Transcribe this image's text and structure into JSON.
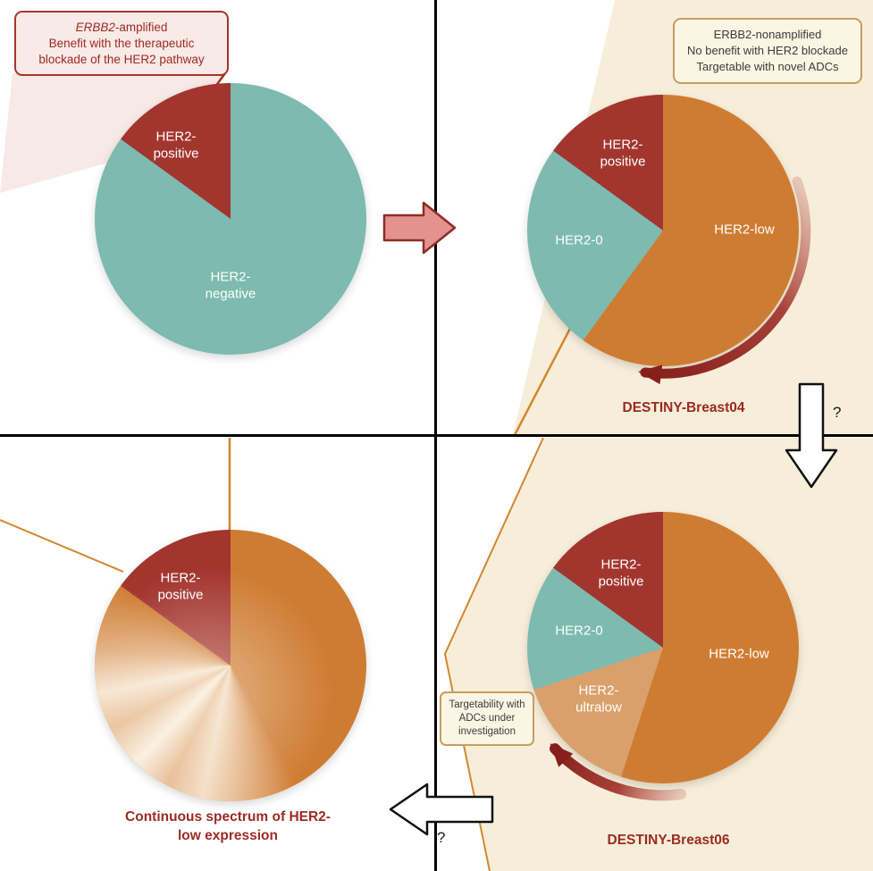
{
  "colors": {
    "her2_positive_red": "#a3352f",
    "her2_negative_teal": "#7dbab0",
    "her2_low_orange": "#cf7c33",
    "her2_ultralow_tan": "#d9a06b",
    "cream_background": "#f7eeda",
    "dark_red_text": "#9c2b24",
    "tan_border": "#c79d5c",
    "divider_black": "#000000"
  },
  "callouts": {
    "top_left": {
      "gene": "ERBB2",
      "gene_suffix": "-amplified",
      "body": "Benefit with the therapeutic blockade of the HER2 pathway"
    },
    "top_right": {
      "line1": "ERBB2-nonamplified",
      "line2": "No benefit with HER2 blockade",
      "line3": "Targetable with novel ADCs"
    },
    "bottom_right": {
      "body": "Targetability with ADCs under investigation"
    }
  },
  "labels": {
    "question_mark": "?"
  },
  "chart_data": [
    {
      "id": "pie-top-left",
      "type": "pie",
      "from_deg": 306,
      "slices": [
        {
          "label": "HER2-positive",
          "pct": 15,
          "color": "#a3352f"
        },
        {
          "label": "HER2-negative",
          "pct": 85,
          "color": "#7dbab0"
        }
      ],
      "caption": ""
    },
    {
      "id": "pie-top-right",
      "type": "pie",
      "from_deg": 0,
      "slices": [
        {
          "label": "HER2-low",
          "pct": 60,
          "color": "#cf7c33"
        },
        {
          "label": "HER2-0",
          "pct": 25,
          "color": "#7dbab0"
        },
        {
          "label": "HER2-positive",
          "pct": 15,
          "color": "#a3352f"
        }
      ],
      "caption": "DESTINY-Breast04"
    },
    {
      "id": "pie-bottom-left",
      "type": "pie",
      "from_deg": 306,
      "slices": [
        {
          "label": "HER2-positive",
          "pct": 15,
          "color": "#a3352f"
        },
        {
          "label": "",
          "pct": 85,
          "color": "#cf7c33"
        }
      ],
      "caption": "Continuous spectrum of HER2-low expression"
    },
    {
      "id": "pie-bottom-right",
      "type": "pie",
      "from_deg": 0,
      "slices": [
        {
          "label": "HER2-low",
          "pct": 55,
          "color": "#cf7c33"
        },
        {
          "label": "HER2-ultralow",
          "pct": 15,
          "color": "#d9a06b"
        },
        {
          "label": "HER2-0",
          "pct": 15,
          "color": "#7dbab0"
        },
        {
          "label": "HER2-positive",
          "pct": 15,
          "color": "#a3352f"
        }
      ],
      "caption": "DESTINY-Breast06"
    }
  ]
}
